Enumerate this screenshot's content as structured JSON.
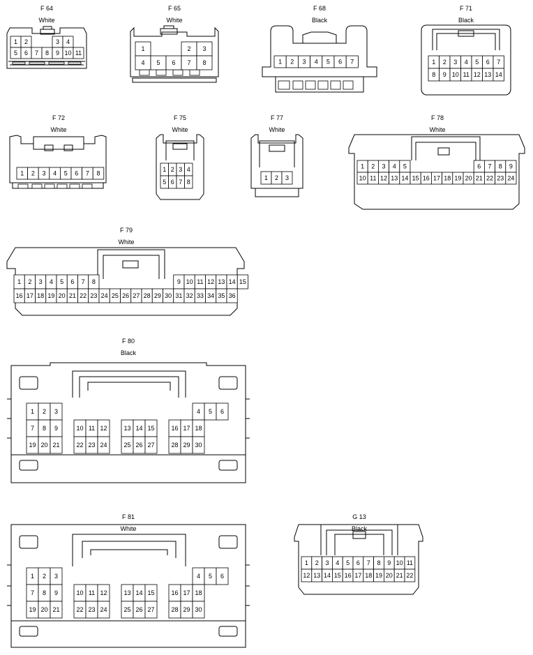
{
  "connectors": {
    "f64": {
      "id": "F 64",
      "color": "White",
      "rows": [
        [
          "1",
          "2",
          "",
          "",
          "3",
          "4"
        ],
        [
          "5",
          "6",
          "7",
          "8",
          "9",
          "10",
          "11"
        ]
      ]
    },
    "f65": {
      "id": "F 65",
      "color": "White",
      "rows": [
        [
          "1",
          "",
          "",
          "2",
          "3"
        ],
        [
          "4",
          "5",
          "6",
          "7",
          "8"
        ]
      ]
    },
    "f68": {
      "id": "F 68",
      "color": "Black",
      "rows": [
        [
          "1",
          "2",
          "3",
          "4",
          "5",
          "6",
          "7"
        ]
      ]
    },
    "f71": {
      "id": "F 71",
      "color": "Black",
      "rows": [
        [
          "1",
          "2",
          "3",
          "4",
          "5",
          "6",
          "7"
        ],
        [
          "8",
          "9",
          "10",
          "11",
          "12",
          "13",
          "14"
        ]
      ]
    },
    "f72": {
      "id": "F 72",
      "color": "White",
      "rows": [
        [
          "1",
          "2",
          "3",
          "4",
          "5",
          "6",
          "7",
          "8"
        ]
      ]
    },
    "f75": {
      "id": "F 75",
      "color": "White",
      "rows": [
        [
          "1",
          "2",
          "3",
          "4"
        ],
        [
          "5",
          "6",
          "7",
          "8"
        ]
      ]
    },
    "f77": {
      "id": "F 77",
      "color": "White",
      "rows": [
        [
          "1",
          "2",
          "3"
        ]
      ]
    },
    "f78": {
      "id": "F 78",
      "color": "White",
      "rows": [
        [
          "1",
          "2",
          "3",
          "4",
          "5",
          "",
          "",
          "",
          "",
          "",
          "",
          "6",
          "7",
          "8",
          "9"
        ],
        [
          "10",
          "11",
          "12",
          "13",
          "14",
          "15",
          "16",
          "17",
          "18",
          "19",
          "20",
          "21",
          "22",
          "23",
          "24"
        ]
      ]
    },
    "f79": {
      "id": "F 79",
      "color": "White",
      "rows": [
        [
          "1",
          "2",
          "3",
          "4",
          "5",
          "6",
          "7",
          "8",
          "",
          "",
          "",
          "",
          "",
          "",
          "",
          "9",
          "10",
          "11",
          "12",
          "13",
          "14",
          "15"
        ],
        [
          "16",
          "17",
          "18",
          "19",
          "20",
          "21",
          "22",
          "23",
          "24",
          "25",
          "26",
          "27",
          "28",
          "29",
          "30",
          "31",
          "32",
          "33",
          "34",
          "35",
          "36"
        ]
      ]
    },
    "f80": {
      "id": "F 80",
      "color": "Black",
      "rows": [
        [
          "1",
          "2",
          "3",
          "",
          "",
          "",
          "",
          "",
          "",
          "",
          "",
          "",
          "",
          "",
          "4",
          "5",
          "6"
        ],
        [
          "7",
          "8",
          "9",
          "",
          "10",
          "11",
          "12",
          "",
          "13",
          "14",
          "15",
          "",
          "16",
          "17",
          "18"
        ],
        [
          "19",
          "20",
          "21",
          "",
          "22",
          "23",
          "24",
          "",
          "25",
          "26",
          "27",
          "",
          "28",
          "29",
          "30"
        ]
      ]
    },
    "f81": {
      "id": "F 81",
      "color": "White",
      "rows": [
        [
          "1",
          "2",
          "3",
          "",
          "",
          "",
          "",
          "",
          "",
          "",
          "",
          "",
          "",
          "",
          "4",
          "5",
          "6"
        ],
        [
          "7",
          "8",
          "9",
          "",
          "10",
          "11",
          "12",
          "",
          "13",
          "14",
          "15",
          "",
          "16",
          "17",
          "18"
        ],
        [
          "19",
          "20",
          "21",
          "",
          "22",
          "23",
          "24",
          "",
          "25",
          "26",
          "27",
          "",
          "28",
          "29",
          "30"
        ]
      ]
    },
    "g13": {
      "id": "G 13",
      "color": "Black",
      "rows": [
        [
          "1",
          "2",
          "3",
          "4",
          "5",
          "6",
          "7",
          "8",
          "9",
          "10",
          "11"
        ],
        [
          "12",
          "13",
          "14",
          "15",
          "16",
          "17",
          "18",
          "19",
          "20",
          "21",
          "22"
        ]
      ]
    }
  }
}
